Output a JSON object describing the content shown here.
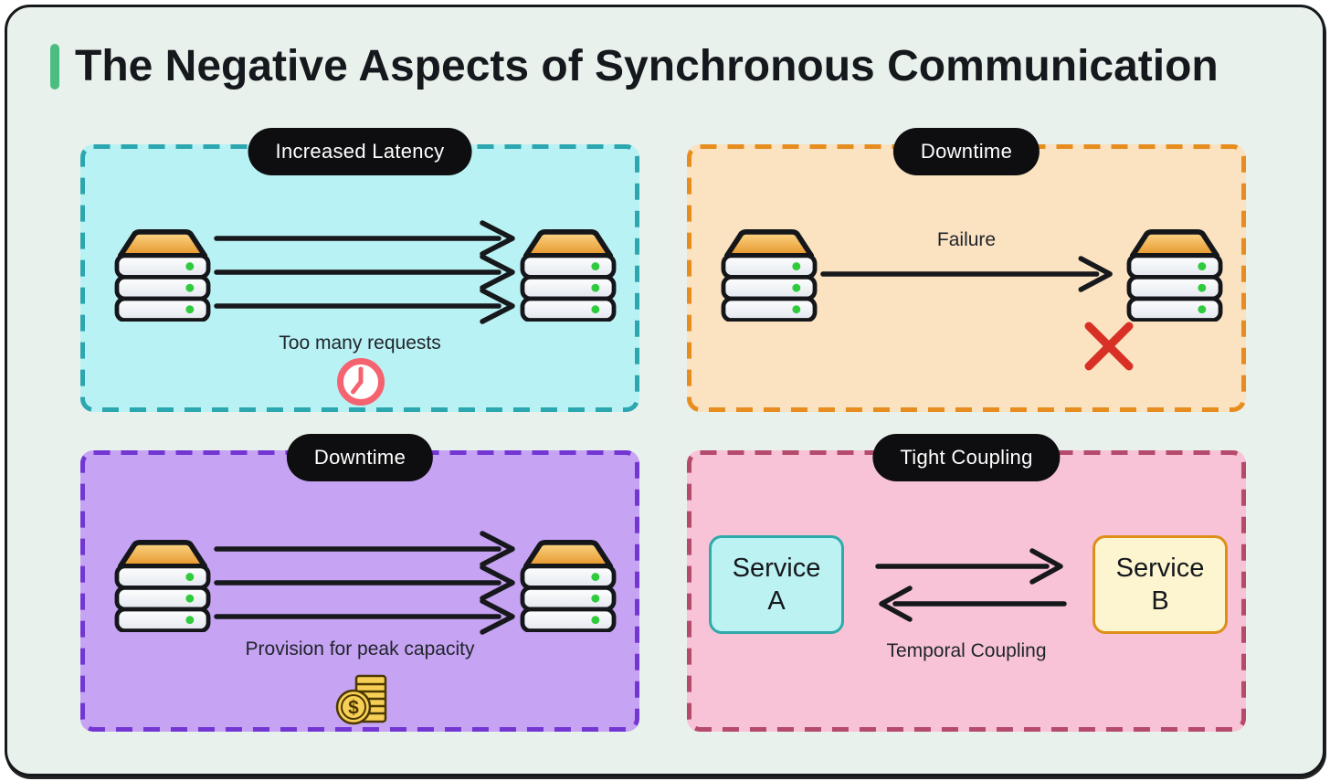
{
  "page": {
    "title": "The Negative Aspects of Synchronous Communication",
    "colors": {
      "canvas": "#ffffff",
      "background": "#e9f1ec",
      "frame": "#16181c",
      "accent": "#4cbd81",
      "text": "#15181c",
      "pillBg": "#0e0e10",
      "pillText": "#ffffff",
      "arrow": "#16181c",
      "statusDot": "#2fcb3c",
      "error": "#d93025",
      "clock": "#f4636f",
      "coin": "#f8cf56",
      "coinOutline": "#4a3800"
    }
  },
  "panels": [
    {
      "label": "Increased Latency",
      "caption": "Too many requests",
      "caption_icon": "clock-icon",
      "node_icon": "server-stack-icon",
      "arrow_count": 3,
      "arrows": [
        "left-to-right",
        "left-to-right",
        "left-to-right"
      ],
      "fill": "#b9f2f4",
      "border": "#2ca7af"
    },
    {
      "label": "Downtime",
      "caption": "Failure",
      "caption_icon": "x-mark-icon",
      "node_icon": "server-stack-icon",
      "arrow_count": 1,
      "arrows": [
        "left-to-right"
      ],
      "fill": "#fbe3c2",
      "border": "#e78d1f"
    },
    {
      "label": "Downtime",
      "caption": "Provision for peak capacity",
      "caption_icon": "coins-icon",
      "node_icon": "server-stack-icon",
      "arrow_count": 3,
      "arrows": [
        "left-to-right",
        "left-to-right",
        "left-to-right"
      ],
      "fill": "#c6a3f3",
      "border": "#7336d2"
    },
    {
      "label": "Tight Coupling",
      "caption": "Temporal Coupling",
      "arrow_count": 2,
      "arrows": [
        "a-to-b",
        "b-to-a"
      ],
      "fill": "#f8c3d7",
      "border": "#b54a6d",
      "services": [
        {
          "name": "Service A",
          "fill": "#bdf2f3",
          "border": "#2fa9a9"
        },
        {
          "name": "Service B",
          "fill": "#fcf5cf",
          "border": "#dd8f1a"
        }
      ]
    }
  ]
}
